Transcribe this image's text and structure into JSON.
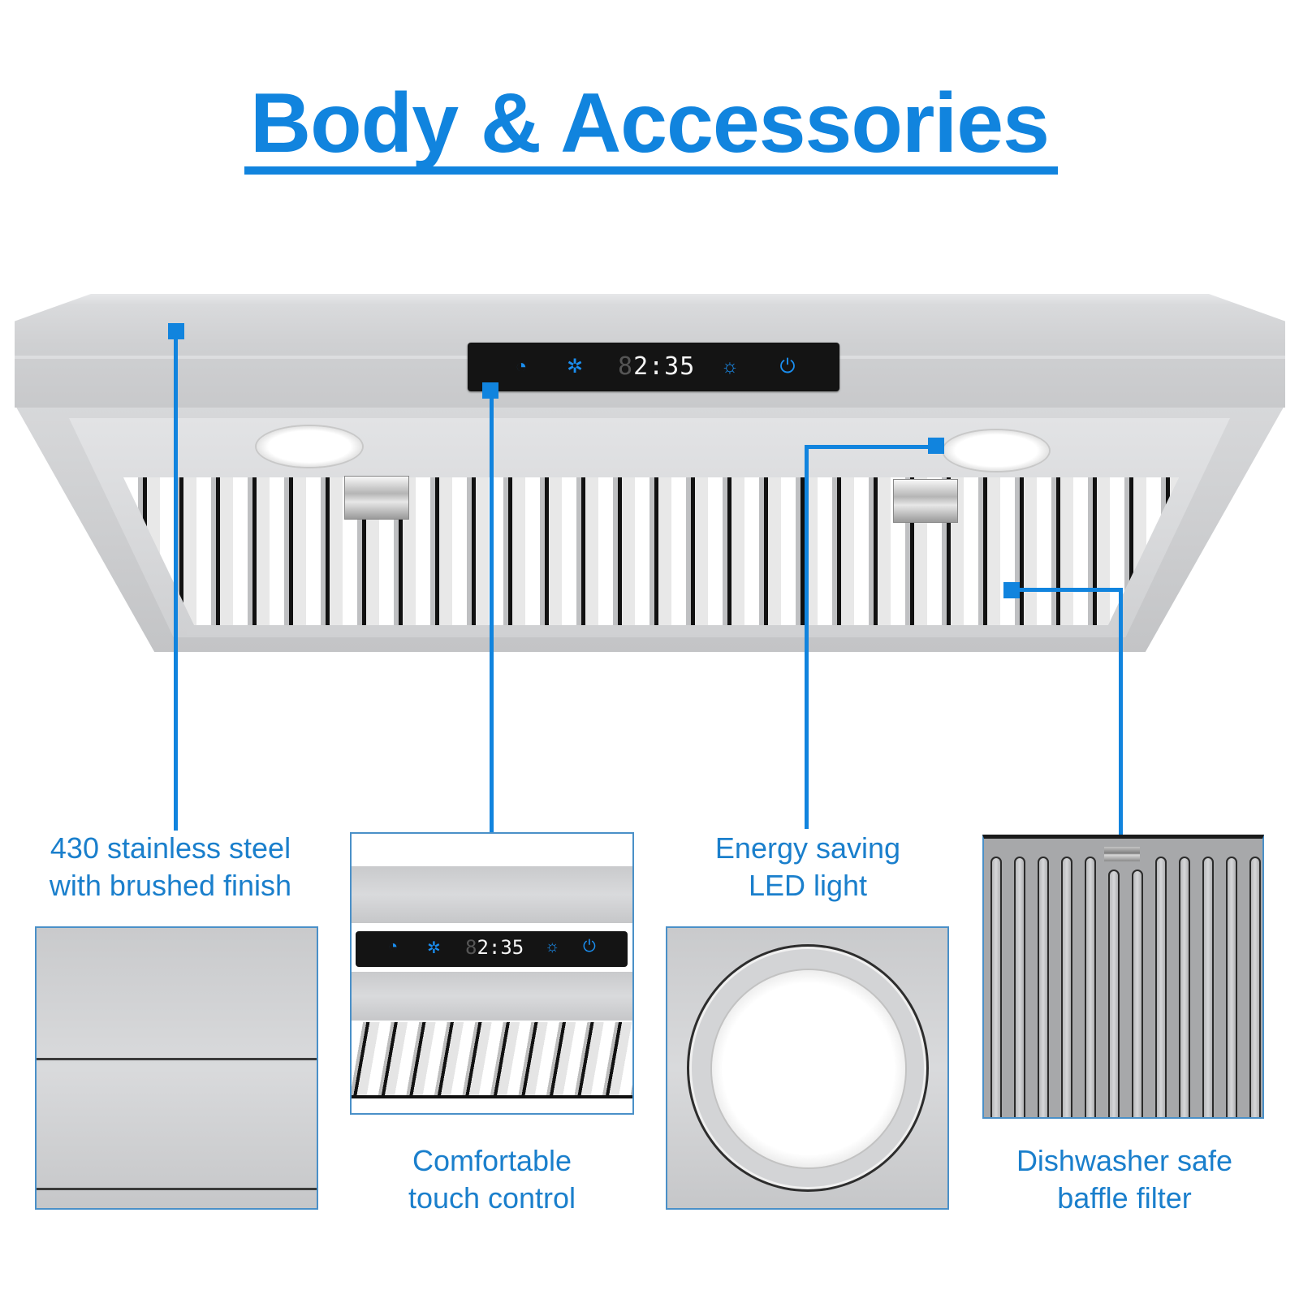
{
  "header": {
    "title": "Body & Accessories"
  },
  "colors": {
    "accent": "#1184de",
    "label_text": "#1a7fcc",
    "panel_bg": "#141414",
    "icon_blue": "#1a8ef0"
  },
  "control_panel": {
    "display": "2:35",
    "display_ghost": "8",
    "icons": [
      "timer-icon",
      "fan-icon",
      "light-icon",
      "power-icon"
    ],
    "icon_glyphs": {
      "timer": "◔",
      "fan": "✲",
      "light": "☼",
      "power": "⏻"
    }
  },
  "features": [
    {
      "id": "steel",
      "line1": "430 stainless steel",
      "line2": "with brushed finish"
    },
    {
      "id": "touch",
      "line1": "Comfortable",
      "line2": "touch control"
    },
    {
      "id": "led",
      "line1": "Energy saving",
      "line2": "LED light"
    },
    {
      "id": "filter",
      "line1": "Dishwasher safe",
      "line2": "baffle filter"
    }
  ],
  "detail_panel": {
    "display": "2:35",
    "display_ghost": "8"
  }
}
